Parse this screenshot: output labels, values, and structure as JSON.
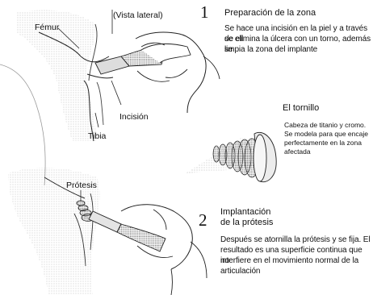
{
  "top_view_label": "(Vista lateral)",
  "labels": {
    "femur": "Fémur",
    "tibia": "Tibia",
    "incision": "Incisión",
    "protesis": "Prótesis"
  },
  "step1": {
    "number": "1",
    "title": "Preparación de la zona",
    "body": [
      "Se hace una incisión en la piel y a través de ell",
      "se elimina la úlcera con un torno, además se",
      "limpia la zona del implante"
    ]
  },
  "screw": {
    "title": "El tornillo",
    "body": [
      "Cabeza de titanio y cromo.",
      "Se modela para que encaje",
      "perfectamente en la zona",
      "afectada"
    ]
  },
  "step2": {
    "number": "2",
    "title": [
      "Implantación",
      "de la prótesis"
    ],
    "body": [
      "Después se atornilla la prótesis y se fija. El",
      "resultado es una superficie continua que no",
      "interfiere en el movimiento normal de la",
      "articulación"
    ]
  }
}
